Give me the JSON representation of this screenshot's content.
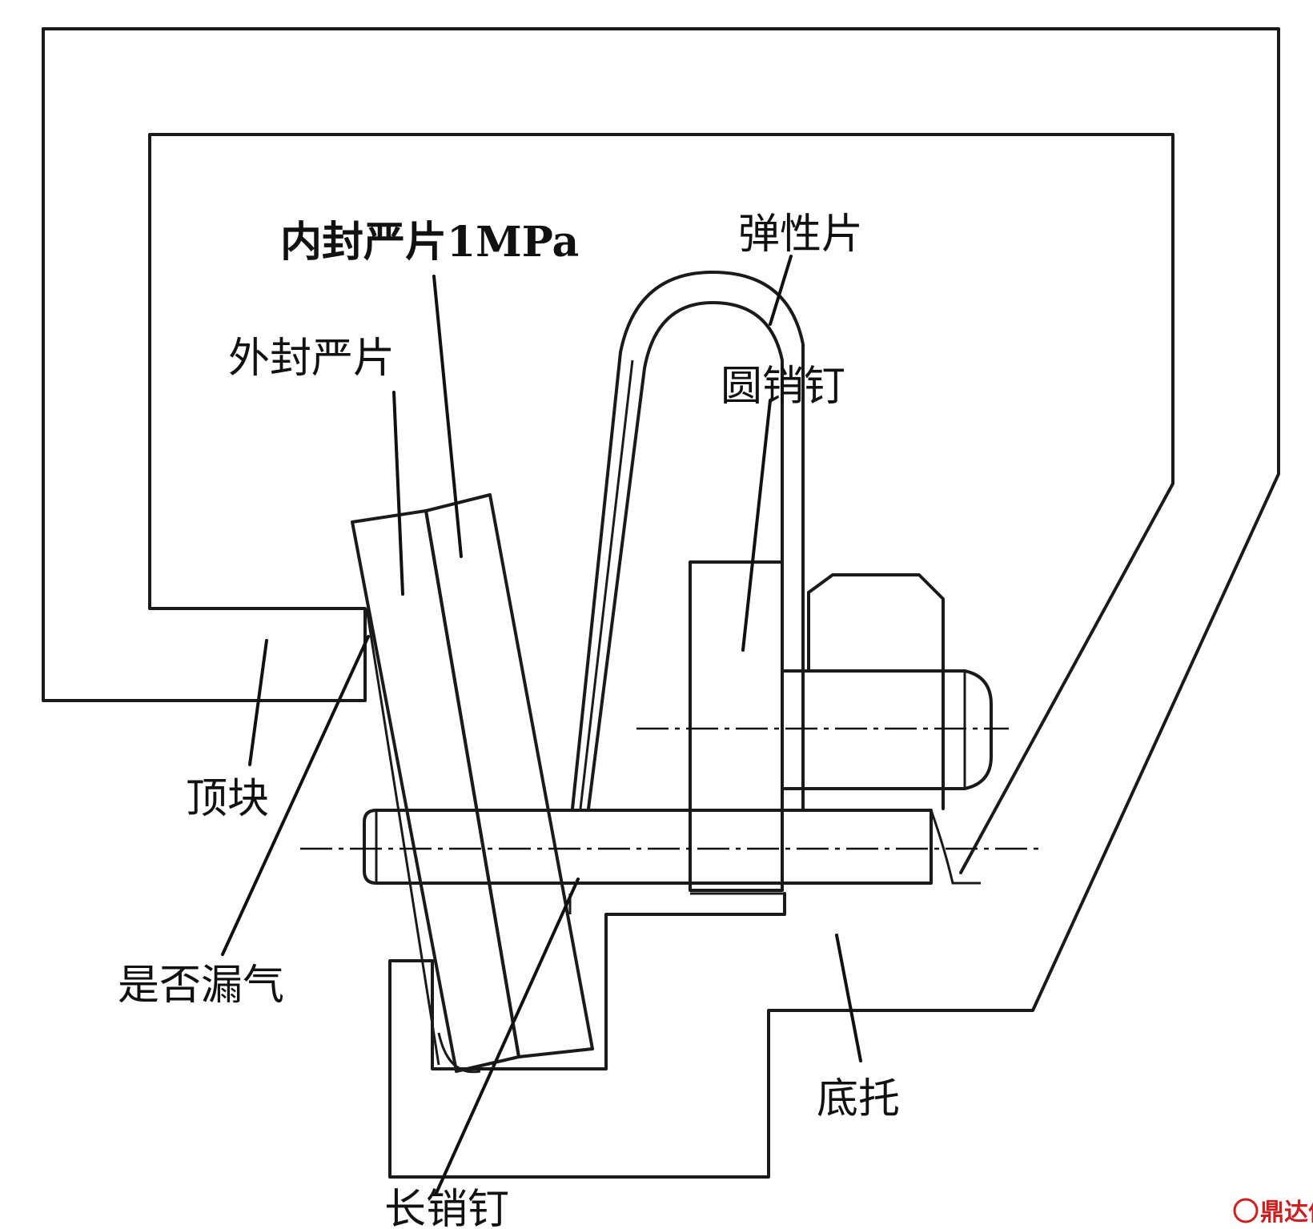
{
  "labels": {
    "inner_seal": "内封严片1MPa",
    "elastic_piece": "弹性片",
    "outer_seal": "外封严片",
    "round_pin": "圆销钉",
    "top_block": "顶块",
    "air_leak": "是否漏气",
    "base_support": "底托",
    "long_pin": "长销钉"
  },
  "watermark": {
    "text": "鼎达信",
    "color": "#cc1f1f"
  }
}
